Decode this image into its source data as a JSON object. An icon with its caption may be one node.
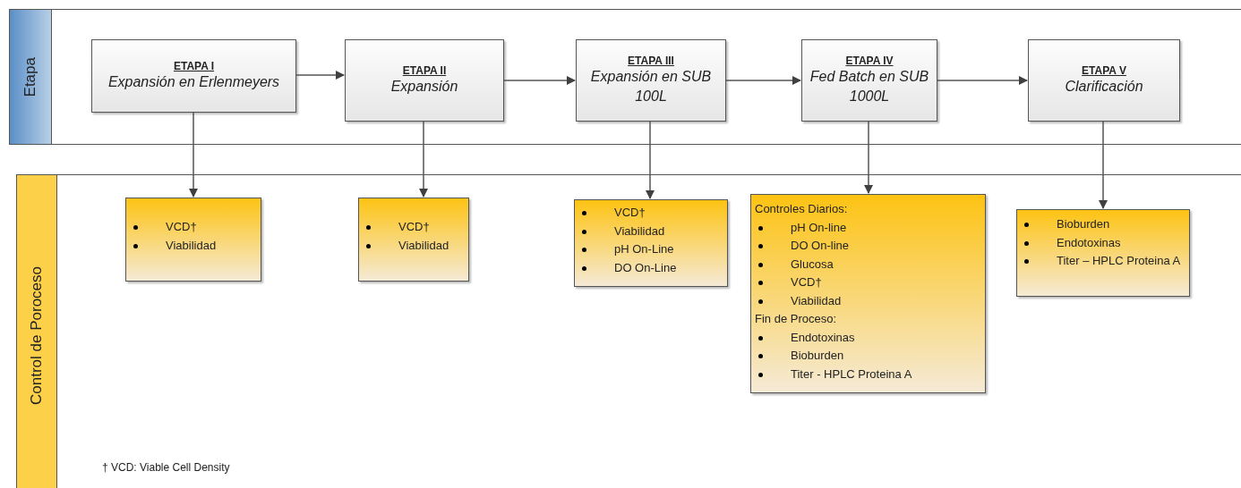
{
  "diagram": {
    "nodes": [
      {
        "text": [
          "Etapa"
        ]
      },
      {
        "text": [
          "ETAPA I",
          "Expansión en Erlenmeyers"
        ],
        "in": 0
      },
      {
        "text": [
          "ETAPA II",
          "Expansión"
        ],
        "in": 0
      },
      {
        "text": [
          "ETAPA III",
          "Expansión en SUB 100L"
        ],
        "in": 0
      },
      {
        "text": [
          "ETAPA IV",
          "Fed Batch en SUB 1000L"
        ],
        "in": 0
      },
      {
        "text": [
          "ETAPA V",
          "Clarificación"
        ],
        "in": 0
      },
      {
        "text": [
          "Control de Poroceso"
        ]
      },
      {
        "text": [
          "VCD†",
          "Viabilidad"
        ],
        "in": 6
      },
      {
        "text": [
          "VCD†",
          "Viabilidad"
        ],
        "in": 6
      },
      {
        "text": [
          "VCD†",
          "Viabilidad",
          "pH On-Line",
          "DO On-Line"
        ],
        "in": 6
      },
      {
        "text": [
          "Controles Diarios:",
          "pH On-line",
          "DO On-line",
          "Glucosa",
          "VCD†",
          "Viabilidad",
          "Fin de Proceso:",
          "Endotoxinas",
          "Bioburden",
          "Titer - HPLC Proteina A"
        ],
        "in": 6
      },
      {
        "text": [
          "Bioburden",
          "Endotoxinas",
          "Titer – HPLC Proteina A"
        ],
        "in": 6
      }
    ],
    "edges": [
      {
        "from": 1,
        "to": 2,
        "arrow": "to"
      },
      {
        "from": 2,
        "to": 3,
        "arrow": "to"
      },
      {
        "from": 3,
        "to": 4,
        "arrow": "to"
      },
      {
        "from": 4,
        "to": 5,
        "arrow": "to"
      },
      {
        "from": 1,
        "to": 7,
        "arrow": "to"
      },
      {
        "from": 2,
        "to": 8,
        "arrow": "to"
      },
      {
        "from": 3,
        "to": 9,
        "arrow": "to"
      },
      {
        "from": 4,
        "to": 10,
        "arrow": "to"
      },
      {
        "from": 5,
        "to": 11,
        "arrow": "to"
      }
    ],
    "labels": [
      "† VCD: Viable Cell Density"
    ]
  }
}
